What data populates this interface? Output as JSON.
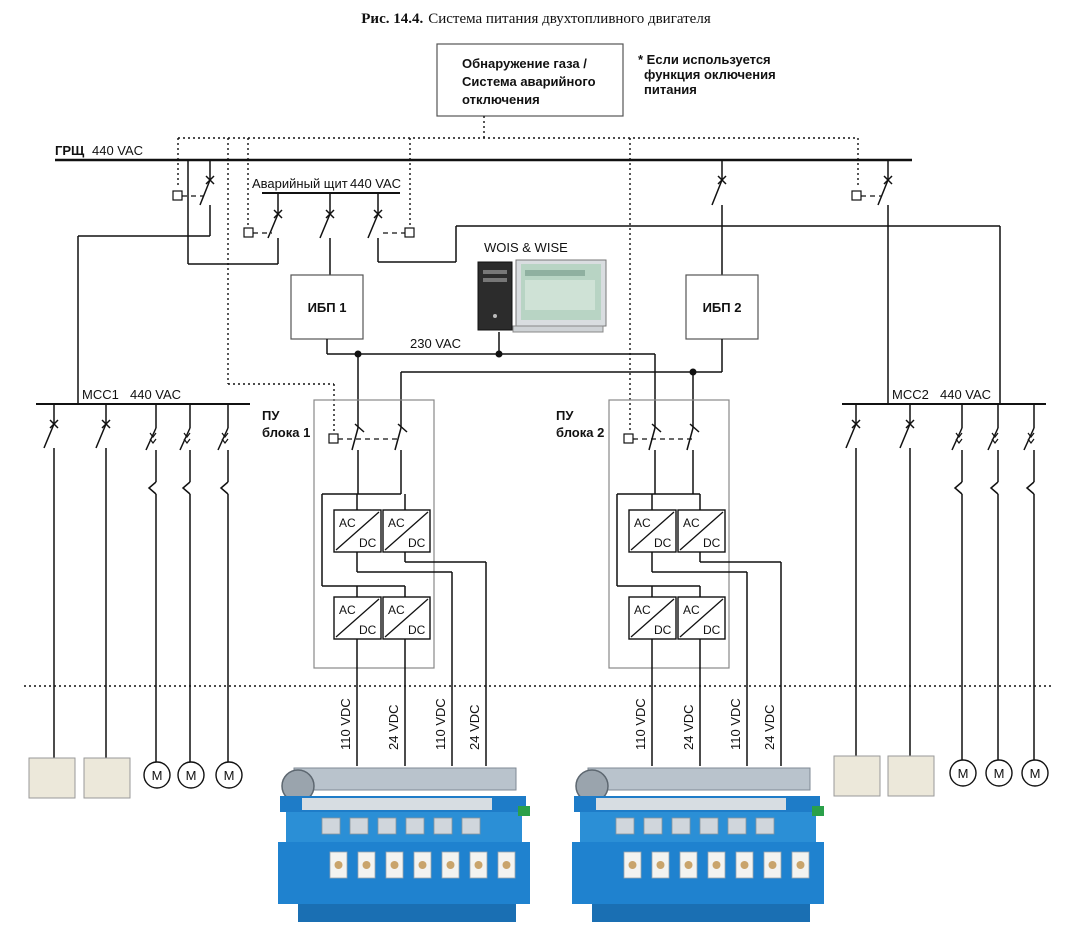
{
  "title_prefix": "Рис. 14.4.",
  "title_text": "Система питания двухтопливного двигателя",
  "gas_box": [
    "Обнаружение газа  /",
    "Система аварийного",
    "отключения"
  ],
  "note": [
    "* Если используется",
    "функция оключения",
    "питания"
  ],
  "msb_label": "ГРЩ",
  "msb_voltage": "440 VAC",
  "emergency_board": "Аварийный щит",
  "emergency_voltage": "440 VAC",
  "wois": "WOIS & WISE",
  "ups1": "ИБП 1",
  "ups2": "ИБП 2",
  "v230": "230 VAC",
  "mcc1": "MCC1",
  "mcc1_voltage": "440 VAC",
  "mcc2": "MCC2",
  "mcc2_voltage": "440 VAC",
  "pu1": [
    "ПУ",
    "блока 1"
  ],
  "pu2": [
    "ПУ",
    "блока 2"
  ],
  "conv_ac": "AC",
  "conv_dc": "DC",
  "vdc_labels": [
    "110 VDC",
    "24 VDC",
    "110 VDC",
    "24 VDC"
  ],
  "motor": "M"
}
